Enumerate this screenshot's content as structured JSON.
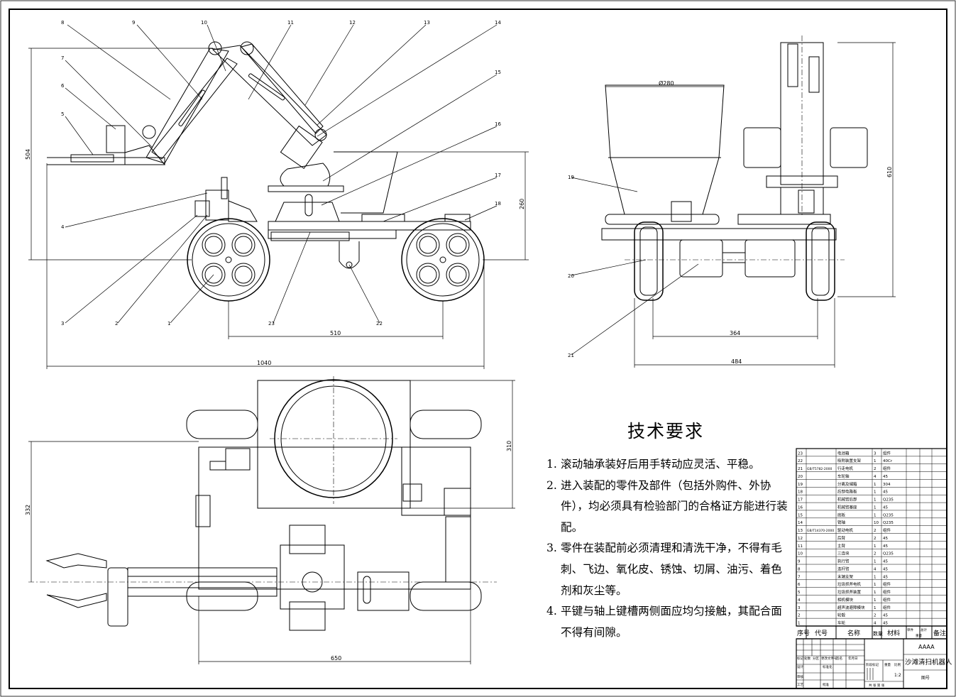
{
  "technical_requirements": {
    "title": "技术要求",
    "items": [
      {
        "num": "1.",
        "text": "滚动轴承装好后用手转动应灵活、平稳。"
      },
      {
        "num": "2.",
        "text": "进入装配的零件及部件（包括外购件、外协件），均必须具有检验部门的合格证方能进行装配。"
      },
      {
        "num": "3.",
        "text": "零件在装配前必须清理和清洗干净，不得有毛刺、飞边、氧化皮、锈蚀、切屑、油污、着色剂和灰尘等。"
      },
      {
        "num": "4.",
        "text": "平键与轴上键槽两侧面应均匀接触，其配合面不得有间隙。"
      }
    ]
  },
  "front_view": {
    "part_callouts": [
      "8",
      "9",
      "10",
      "11",
      "12",
      "13",
      "14",
      "7",
      "6",
      "5",
      "15",
      "16",
      "4",
      "17",
      "18",
      "3",
      "2",
      "1",
      "23",
      "22"
    ],
    "dims": {
      "arm_height": "504",
      "body_height": "260",
      "wheelbase": "510",
      "overall_length": "1040"
    }
  },
  "side_view": {
    "part_callouts": [
      "19",
      "20",
      "21"
    ],
    "dims": {
      "bin_diameter": "Ø280",
      "overall_height": "610",
      "track": "364",
      "overall_width": "484"
    }
  },
  "top_view": {
    "dims": {
      "width": "332",
      "bin_length": "310",
      "length": "650"
    }
  },
  "bom": {
    "rows": [
      {
        "no": "23",
        "code": "",
        "name": "电池箱",
        "qty": "3",
        "mat": "组件"
      },
      {
        "no": "22",
        "code": "",
        "name": "吸附装置支架",
        "qty": "1",
        "mat": "40Cr"
      },
      {
        "no": "21",
        "code": "GB/T5782-2000",
        "name": "行走电机",
        "qty": "2",
        "mat": "组件"
      },
      {
        "no": "20",
        "code": "",
        "name": "车轮轴",
        "qty": "4",
        "mat": "45"
      },
      {
        "no": "19",
        "code": "",
        "name": "分离及储箱",
        "qty": "1",
        "mat": "304"
      },
      {
        "no": "18",
        "code": "",
        "name": "后部电路板",
        "qty": "1",
        "mat": "45"
      },
      {
        "no": "17",
        "code": "",
        "name": "机械臂后部",
        "qty": "1",
        "mat": "Q235"
      },
      {
        "no": "16",
        "code": "",
        "name": "机械臂基座",
        "qty": "1",
        "mat": "45"
      },
      {
        "no": "15",
        "code": "",
        "name": "底板",
        "qty": "1",
        "mat": "Q235"
      },
      {
        "no": "14",
        "code": "",
        "name": "销轴",
        "qty": "10",
        "mat": "Q235"
      },
      {
        "no": "13",
        "code": "GB/T14370-2000",
        "name": "驱动电机",
        "qty": "2",
        "mat": "组件"
      },
      {
        "no": "12",
        "code": "",
        "name": "后臂",
        "qty": "2",
        "mat": "45"
      },
      {
        "no": "11",
        "code": "",
        "name": "主臂",
        "qty": "1",
        "mat": "45"
      },
      {
        "no": "10",
        "code": "",
        "name": "三连块",
        "qty": "2",
        "mat": "Q235"
      },
      {
        "no": "9",
        "code": "",
        "name": "执行臂",
        "qty": "1",
        "mat": "45"
      },
      {
        "no": "8",
        "code": "",
        "name": "连杆臂",
        "qty": "4",
        "mat": "45"
      },
      {
        "no": "7",
        "code": "",
        "name": "末端支架",
        "qty": "1",
        "mat": "45"
      },
      {
        "no": "6",
        "code": "",
        "name": "垃圾抓斧电机",
        "qty": "1",
        "mat": "组件"
      },
      {
        "no": "5",
        "code": "",
        "name": "垃圾抓斧装置",
        "qty": "1",
        "mat": "组件"
      },
      {
        "no": "4",
        "code": "",
        "name": "相机模块",
        "qty": "1",
        "mat": "组件"
      },
      {
        "no": "3",
        "code": "",
        "name": "超声波避障模块",
        "qty": "1",
        "mat": "组件"
      },
      {
        "no": "2",
        "code": "",
        "name": "轮毂",
        "qty": "2",
        "mat": "45"
      },
      {
        "no": "1",
        "code": "",
        "name": "车轮",
        "qty": "4",
        "mat": "45"
      }
    ],
    "header": {
      "no": "序号",
      "code": "代号",
      "name": "名称",
      "qty": "数量",
      "mat": "材料",
      "single": "单件",
      "total": "总计",
      "weight": "重量",
      "remark": "备注"
    }
  },
  "title_block": {
    "company": "AAAA",
    "drawing_name": "沙滩清扫机器人",
    "drawing_no_label": "图号",
    "scale": "1:2",
    "stage_label": "阶段标记",
    "weight_label": "重量",
    "scale_label": "比例",
    "sheet_label": "共  张  第  张",
    "labels": {
      "mark": "标记",
      "count": "处数",
      "zone": "分区",
      "doc": "更改文件号",
      "sign": "签名",
      "date": "年月日",
      "design": "设计",
      "standard": "标准化",
      "check": "审核",
      "process": "工艺",
      "approve": "批准"
    }
  }
}
